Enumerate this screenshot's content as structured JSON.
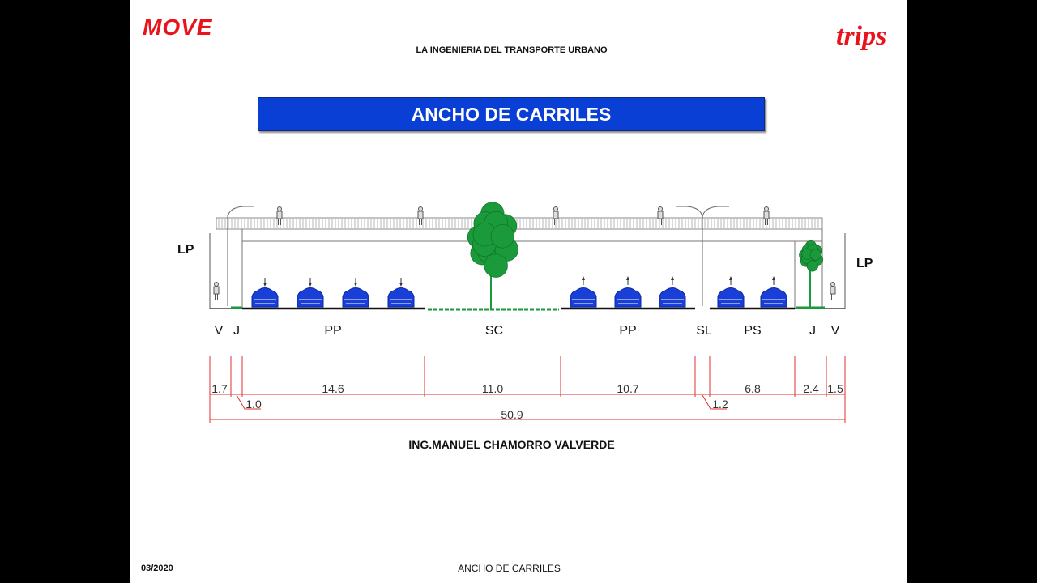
{
  "header": {
    "logo_left": "MOVE",
    "logo_right": "trips",
    "subtitle": "LA INGENIERIA DEL TRANSPORTE URBANO"
  },
  "title": "ANCHO DE CARRILES",
  "diagram": {
    "boundary_left": "LP",
    "boundary_right": "LP",
    "sections": [
      {
        "code": "V",
        "width": "1.7"
      },
      {
        "code": "J",
        "width": "1.0"
      },
      {
        "code": "PP",
        "width": "14.6"
      },
      {
        "code": "SC",
        "width": "11.0"
      },
      {
        "code": "PP",
        "width": "10.7"
      },
      {
        "code": "SL",
        "width": "1.2"
      },
      {
        "code": "PS",
        "width": "6.8"
      },
      {
        "code": "J",
        "width": "2.4"
      },
      {
        "code": "V",
        "width": "1.5"
      }
    ],
    "total_width": "50.9",
    "colors": {
      "dimension": "#e03030",
      "car": "#1a3fd8",
      "tree": "#1a9a3a"
    }
  },
  "author": "ING.MANUEL CHAMORRO VALVERDE",
  "footer": {
    "date": "03/2020",
    "title": "ANCHO DE CARRILES"
  }
}
